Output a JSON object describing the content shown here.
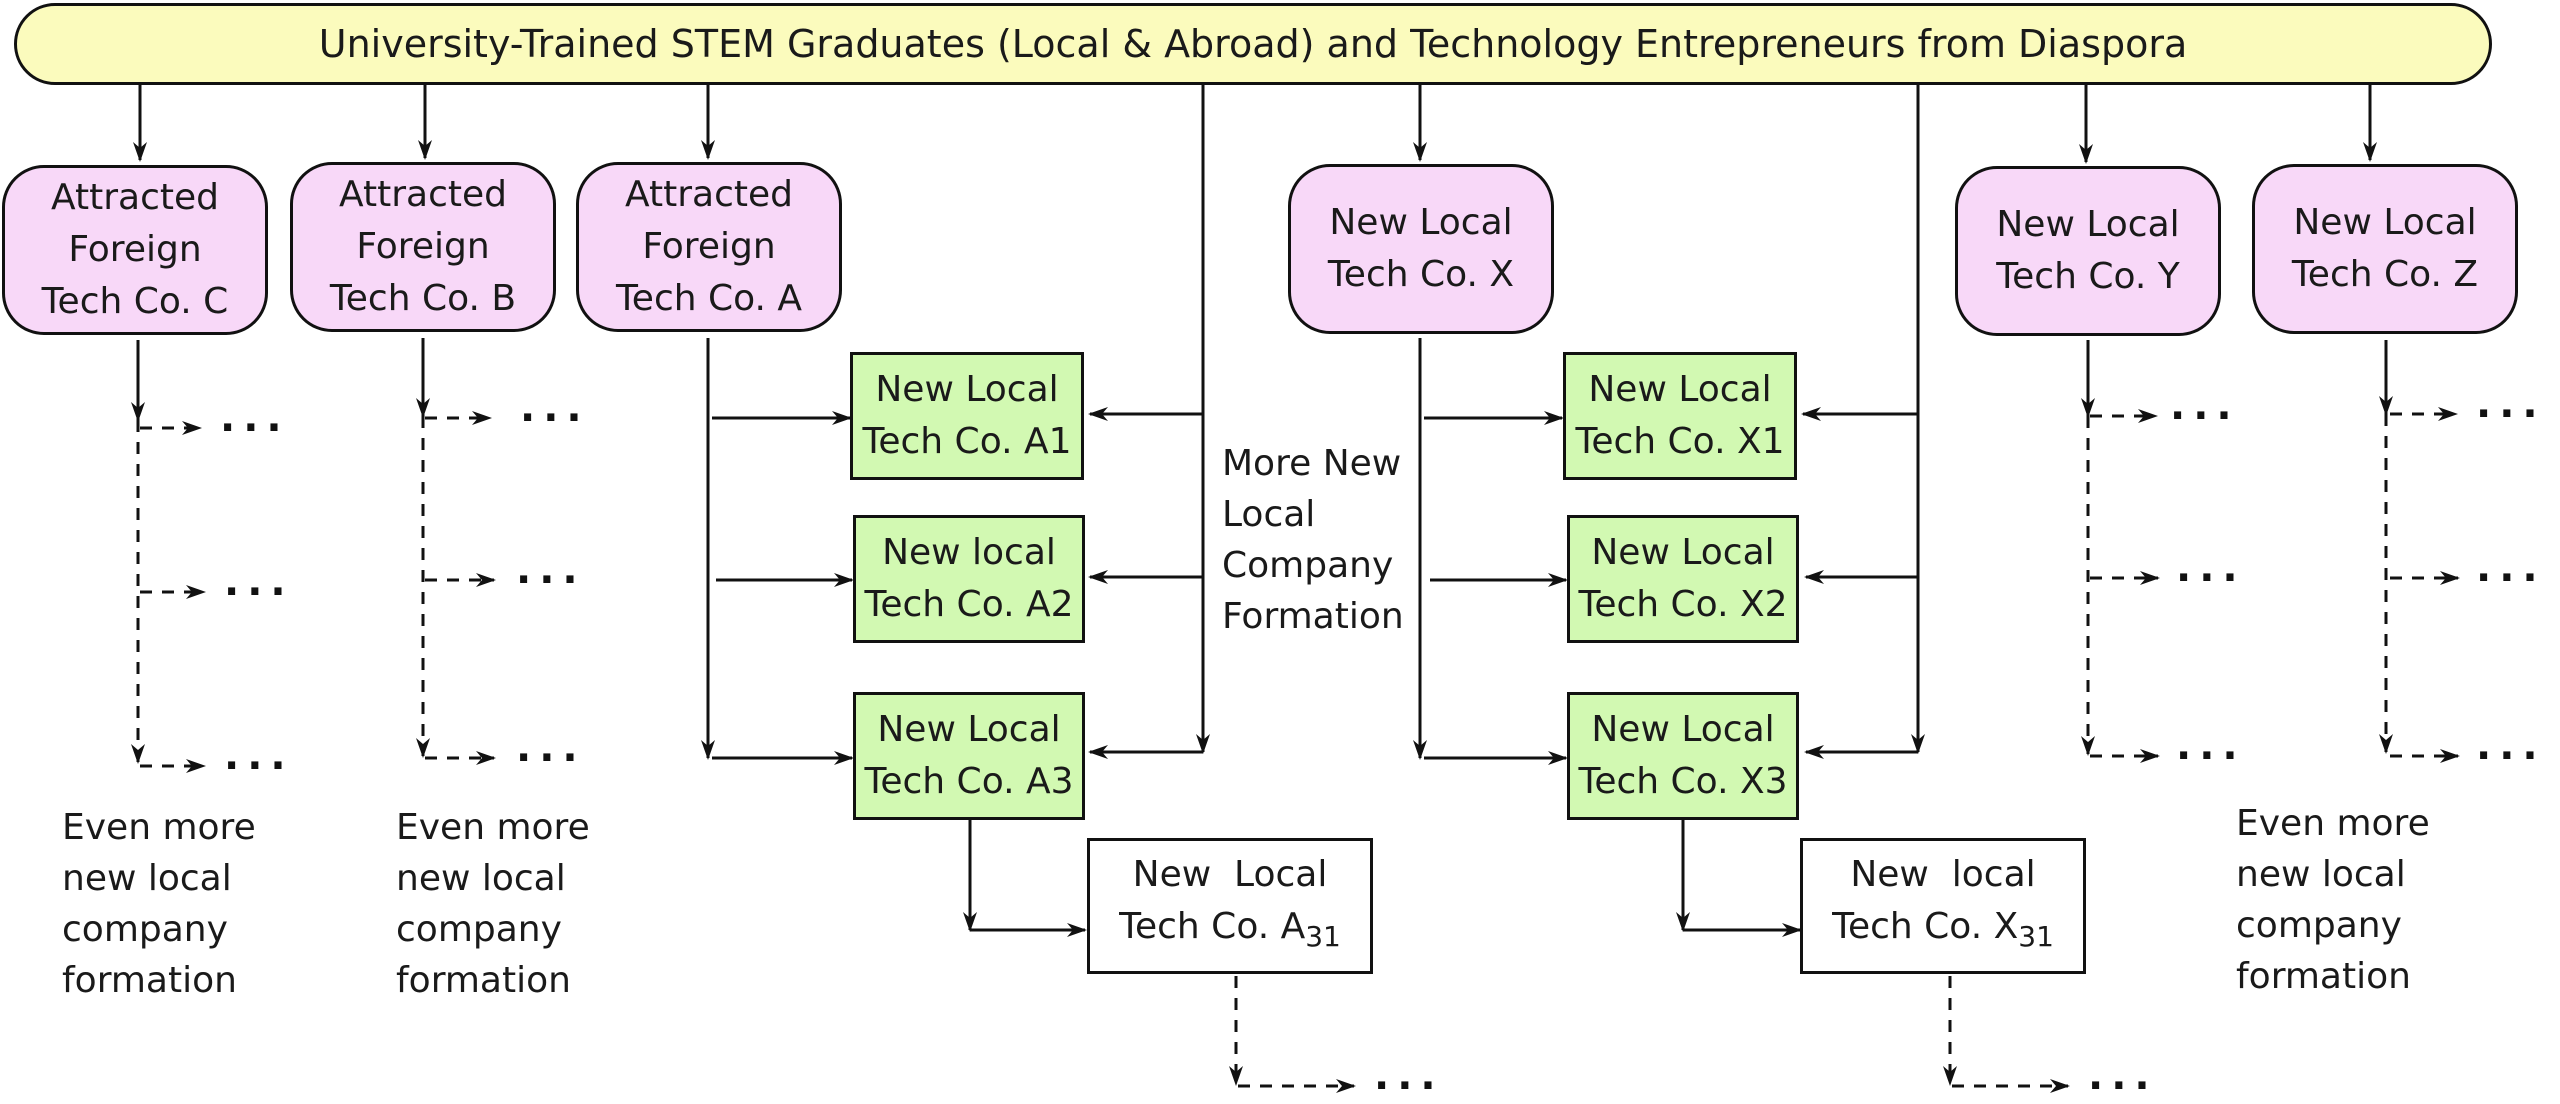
{
  "header": "University-Trained STEM Graduates (Local & Abroad) and Technology Entrepreneurs from Diaspora",
  "foreign": {
    "c": [
      "Attracted",
      "Foreign",
      "Tech Co. C"
    ],
    "b": [
      "Attracted",
      "Foreign",
      "Tech Co. B"
    ],
    "a": [
      "Attracted",
      "Foreign",
      "Tech Co. A"
    ]
  },
  "local_top": {
    "x": [
      "New Local",
      "Tech Co. X"
    ],
    "y": [
      "New Local",
      "Tech Co. Y"
    ],
    "z": [
      "New Local",
      "Tech Co. Z"
    ]
  },
  "green": {
    "a1": [
      "New Local",
      "Tech Co. A1"
    ],
    "a2": [
      "New local",
      "Tech Co. A2"
    ],
    "a3": [
      "New Local",
      "Tech Co. A3"
    ],
    "x1": [
      "New Local",
      "Tech Co. X1"
    ],
    "x2": [
      "New Local",
      "Tech Co. X2"
    ],
    "x3": [
      "New Local",
      "Tech Co. X3"
    ]
  },
  "white": {
    "a31": {
      "line1": "New  Local",
      "line2": "Tech Co. A",
      "sub": "31"
    },
    "x31": {
      "line1": "New  local",
      "line2": "Tech Co. X",
      "sub": "31"
    }
  },
  "more_formation": [
    "More New",
    "Local",
    "Company",
    "Formation"
  ],
  "even_more": [
    "Even more",
    "new local",
    "company",
    "formation"
  ],
  "ellipsis": "..."
}
